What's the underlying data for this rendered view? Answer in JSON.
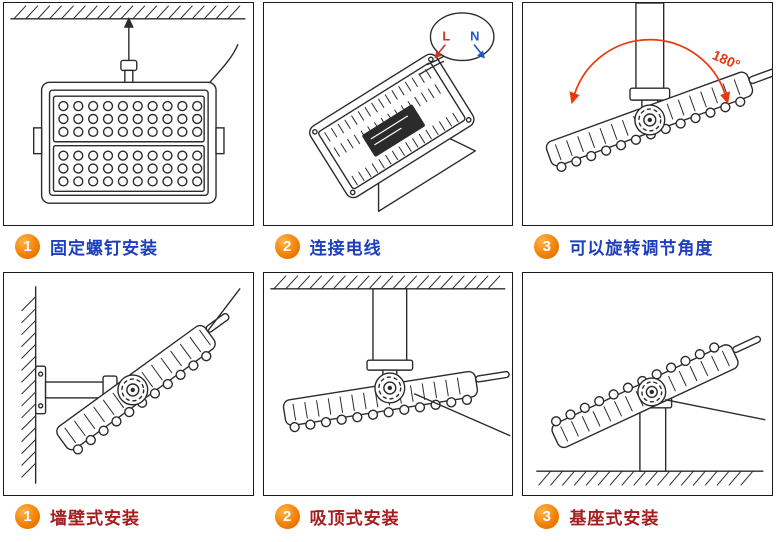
{
  "colors": {
    "line": "#2b2b2b",
    "badge": "#f07c00",
    "badge_hi": "#ffb347",
    "badge_dark": "#d96500",
    "top_caption": "#1d3fbe",
    "bottom_caption": "#a61d1d",
    "arc": "#e8380d",
    "live": "#c8381d",
    "neutral": "#1f55c4"
  },
  "panels": [
    {
      "number": "1",
      "label": "固定螺钉安装"
    },
    {
      "number": "2",
      "label": "连接电线"
    },
    {
      "number": "3",
      "label": "可以旋转调节角度"
    },
    {
      "number": "1",
      "label": "墙壁式安装"
    },
    {
      "number": "2",
      "label": "吸顶式安装"
    },
    {
      "number": "3",
      "label": "基座式安装"
    }
  ],
  "annotations": {
    "rotation_angle": "180°",
    "live_label": "L",
    "neutral_label": "N"
  }
}
